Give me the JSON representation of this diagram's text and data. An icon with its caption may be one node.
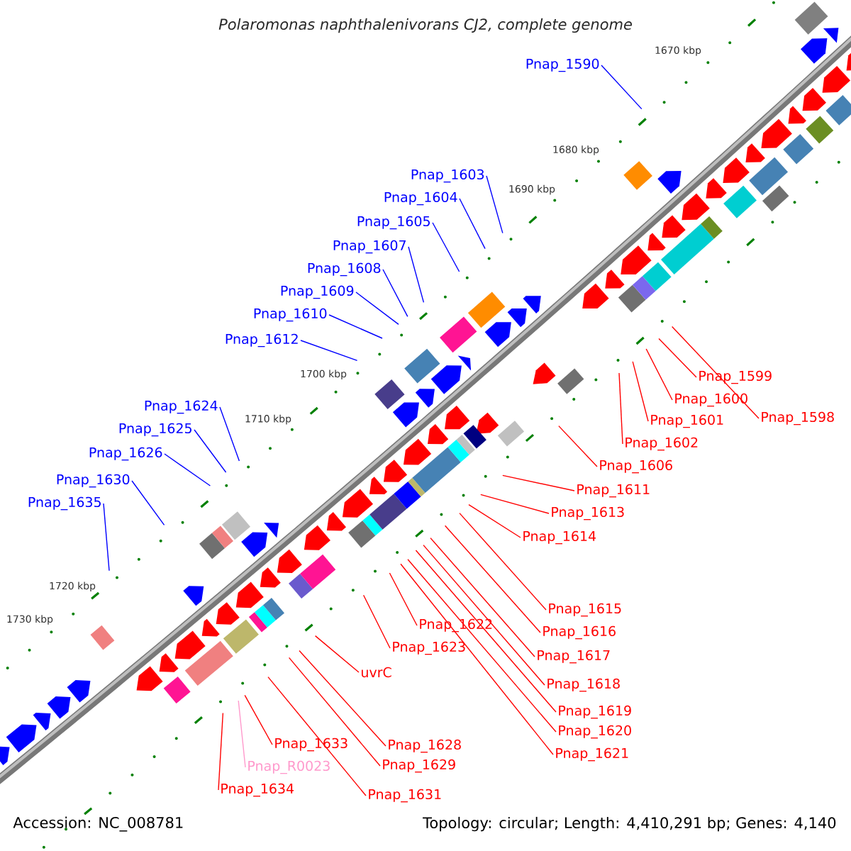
{
  "diagram": {
    "title": "Polaromonas naphthalenivorans CJ2, complete genome",
    "nodes": [
      {
        "text": [
          "Pnap_1590"
        ]
      },
      {
        "text": [
          "Pnap_1603"
        ]
      },
      {
        "text": [
          "Pnap_1604"
        ]
      },
      {
        "text": [
          "Pnap_1605"
        ]
      },
      {
        "text": [
          "Pnap_1607"
        ]
      },
      {
        "text": [
          "Pnap_1608"
        ]
      },
      {
        "text": [
          "Pnap_1609"
        ]
      },
      {
        "text": [
          "Pnap_1610"
        ]
      },
      {
        "text": [
          "Pnap_1612"
        ]
      },
      {
        "text": [
          "Pnap_1624"
        ]
      },
      {
        "text": [
          "Pnap_1625"
        ]
      },
      {
        "text": [
          "Pnap_1626"
        ]
      },
      {
        "text": [
          "Pnap_1630"
        ]
      },
      {
        "text": [
          "Pnap_1635"
        ]
      },
      {
        "text": [
          "Pnap_1599"
        ]
      },
      {
        "text": [
          "Pnap_1600"
        ]
      },
      {
        "text": [
          "Pnap_1598"
        ]
      },
      {
        "text": [
          "Pnap_1601"
        ]
      },
      {
        "text": [
          "Pnap_1602"
        ]
      },
      {
        "text": [
          "Pnap_1606"
        ]
      },
      {
        "text": [
          "Pnap_1611"
        ]
      },
      {
        "text": [
          "Pnap_1613"
        ]
      },
      {
        "text": [
          "Pnap_1614"
        ]
      },
      {
        "text": [
          "Pnap_1615"
        ]
      },
      {
        "text": [
          "Pnap_1616"
        ]
      },
      {
        "text": [
          "Pnap_1622"
        ]
      },
      {
        "text": [
          "Pnap_1617"
        ]
      },
      {
        "text": [
          "Pnap_1623"
        ]
      },
      {
        "text": [
          "Pnap_1618"
        ]
      },
      {
        "text": [
          "uvrC"
        ]
      },
      {
        "text": [
          "Pnap_1619"
        ]
      },
      {
        "text": [
          "Pnap_1620"
        ]
      },
      {
        "text": [
          "Pnap_1633"
        ]
      },
      {
        "text": [
          "Pnap_1628"
        ]
      },
      {
        "text": [
          "Pnap_1621"
        ]
      },
      {
        "text": [
          "Pnap_1629"
        ]
      },
      {
        "text": [
          "Pnap_R0023"
        ]
      },
      {
        "text": [
          "Pnap_1634"
        ]
      },
      {
        "text": [
          "Pnap_1631"
        ]
      }
    ],
    "edges": [
      {
        "from": 0,
        "to": null,
        "arrow": "none",
        "color": "#0000ff"
      },
      {
        "from": 1,
        "to": null,
        "arrow": "none",
        "color": "#0000ff"
      },
      {
        "from": 2,
        "to": null,
        "arrow": "none",
        "color": "#0000ff"
      },
      {
        "from": 3,
        "to": null,
        "arrow": "none",
        "color": "#0000ff"
      },
      {
        "from": 4,
        "to": null,
        "arrow": "none",
        "color": "#0000ff"
      },
      {
        "from": 5,
        "to": null,
        "arrow": "none",
        "color": "#0000ff"
      },
      {
        "from": 6,
        "to": null,
        "arrow": "none",
        "color": "#0000ff"
      },
      {
        "from": 7,
        "to": null,
        "arrow": "none",
        "color": "#0000ff"
      },
      {
        "from": 8,
        "to": null,
        "arrow": "none",
        "color": "#0000ff"
      },
      {
        "from": 9,
        "to": null,
        "arrow": "none",
        "color": "#0000ff"
      },
      {
        "from": 10,
        "to": null,
        "arrow": "none",
        "color": "#0000ff"
      },
      {
        "from": 11,
        "to": null,
        "arrow": "none",
        "color": "#0000ff"
      },
      {
        "from": 12,
        "to": null,
        "arrow": "none",
        "color": "#0000ff"
      },
      {
        "from": 13,
        "to": null,
        "arrow": "none",
        "color": "#0000ff"
      },
      {
        "from": 14,
        "to": null,
        "arrow": "none"
      },
      {
        "from": 15,
        "to": null,
        "arrow": "none"
      },
      {
        "from": 16,
        "to": null,
        "arrow": "none"
      },
      {
        "from": 17,
        "to": null,
        "arrow": "none"
      },
      {
        "from": 18,
        "to": null,
        "arrow": "none"
      },
      {
        "from": 19,
        "to": null,
        "arrow": "none"
      },
      {
        "from": 20,
        "to": null,
        "arrow": "none"
      },
      {
        "from": 21,
        "to": null,
        "arrow": "none"
      },
      {
        "from": 22,
        "to": null,
        "arrow": "none"
      },
      {
        "from": 23,
        "to": null,
        "arrow": "none"
      },
      {
        "from": 24,
        "to": null,
        "arrow": "none"
      },
      {
        "from": 25,
        "to": null,
        "arrow": "none"
      },
      {
        "from": 26,
        "to": null,
        "arrow": "none"
      },
      {
        "from": 27,
        "to": null,
        "arrow": "none"
      },
      {
        "from": 28,
        "to": null,
        "arrow": "none"
      },
      {
        "from": 29,
        "to": null,
        "arrow": "none"
      },
      {
        "from": 30,
        "to": null,
        "arrow": "none"
      },
      {
        "from": 31,
        "to": null,
        "arrow": "none"
      },
      {
        "from": 32,
        "to": null,
        "arrow": "none"
      },
      {
        "from": 33,
        "to": null,
        "arrow": "none"
      },
      {
        "from": 34,
        "to": null,
        "arrow": "none"
      },
      {
        "from": 35,
        "to": null,
        "arrow": "none"
      },
      {
        "from": 36,
        "to": null,
        "arrow": "none",
        "color": "#ff99cc"
      },
      {
        "from": 37,
        "to": null,
        "arrow": "none"
      },
      {
        "from": 38,
        "to": null,
        "arrow": "none"
      }
    ],
    "labels": [
      "1670 kbp",
      "1680 kbp",
      "1690 kbp",
      "1700 kbp",
      "1710 kbp",
      "1720 kbp",
      "1730 kbp",
      "Accession: NC_008781",
      "Topology: circular; Length: 4,410,291 bp; Genes: 4,140"
    ]
  }
}
